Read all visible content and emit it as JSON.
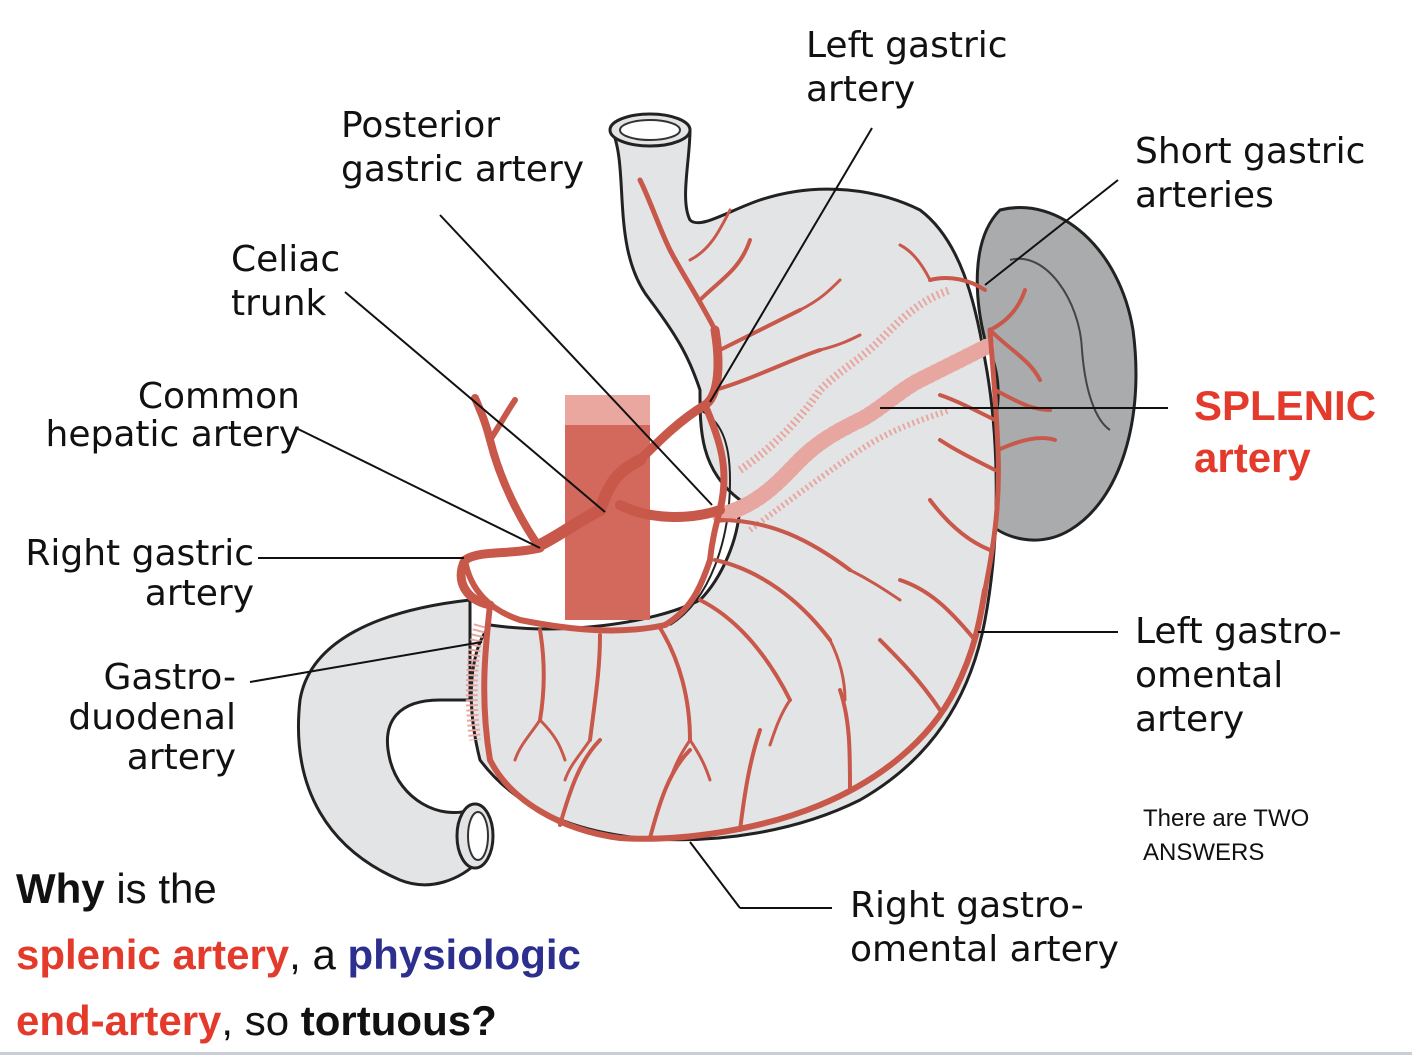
{
  "labels": {
    "left_gastric": [
      "Left gastric",
      "artery"
    ],
    "posterior_gastric": [
      "Posterior",
      "gastric artery"
    ],
    "short_gastric": [
      "Short gastric",
      "arteries"
    ],
    "celiac_trunk": [
      "Celiac",
      "trunk"
    ],
    "common_hepatic": [
      "Common",
      "hepatic artery"
    ],
    "right_gastric": [
      "Right gastric",
      "artery"
    ],
    "gastroduodenal": [
      "Gastro-",
      "duodenal",
      "artery"
    ],
    "left_gastroomental": [
      "Left gastro-",
      "omental",
      "artery"
    ],
    "right_gastroomental": [
      "Right gastro-",
      "omental artery"
    ]
  },
  "splenic_label": [
    "SPLENIC",
    "artery"
  ],
  "note": [
    "There are TWO",
    "ANSWERS"
  ],
  "question": {
    "w1": "Why",
    "w2": " is the",
    "w3": "splenic artery",
    "w4": ", a ",
    "w5": "physiologic",
    "w6": "end-artery",
    "w7": ", so ",
    "w8": "tortuous?"
  },
  "colors": {
    "artery": "#c8584a",
    "artery_light": "#e7a7a0",
    "stomach_fill": "#e3e4e6",
    "spleen_fill": "#a9abad",
    "aorta": "#d2695c",
    "question_red": "#e33a2b",
    "question_blue": "#2d2f8e"
  }
}
